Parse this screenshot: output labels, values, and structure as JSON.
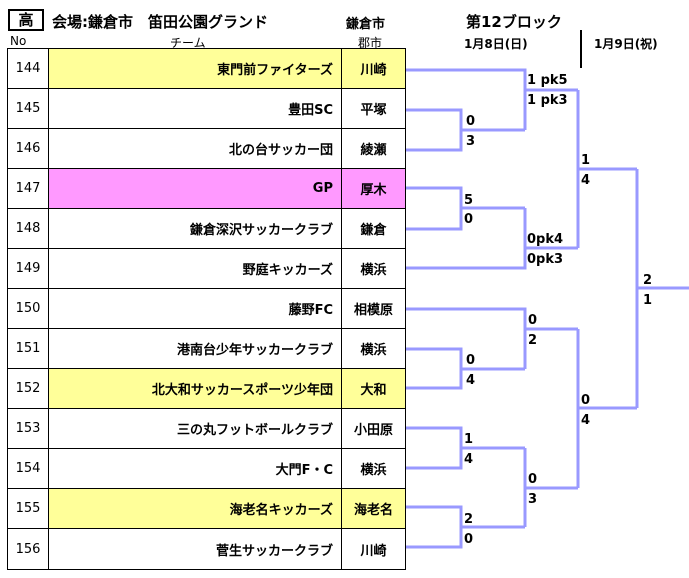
{
  "header": {
    "badge": "高",
    "venue": "会場:鎌倉市　笛田公園グランド",
    "host_city": "鎌倉市",
    "block": "第12ブロック",
    "date1": "1月8日(日)",
    "date2": "1月9日(祝)",
    "col_no": "No",
    "col_team": "チーム",
    "col_city": "郡市"
  },
  "colors": {
    "line": "#9999ff",
    "yellow": "#ffff99",
    "pink": "#ff99ff",
    "white": "#ffffff"
  },
  "teams": [
    {
      "no": "144",
      "name": "東門前ファイターズ",
      "city": "川崎",
      "bg": "yellow"
    },
    {
      "no": "145",
      "name": "豊田SC",
      "city": "平塚",
      "bg": "white"
    },
    {
      "no": "146",
      "name": "北の台サッカー団",
      "city": "綾瀬",
      "bg": "white"
    },
    {
      "no": "147",
      "name": "GP",
      "city": "厚木",
      "bg": "pink"
    },
    {
      "no": "148",
      "name": "鎌倉深沢サッカークラブ",
      "city": "鎌倉",
      "bg": "white"
    },
    {
      "no": "149",
      "name": "野庭キッカーズ",
      "city": "横浜",
      "bg": "white"
    },
    {
      "no": "150",
      "name": "藤野FC",
      "city": "相模原",
      "bg": "white"
    },
    {
      "no": "151",
      "name": "港南台少年サッカークラブ",
      "city": "横浜",
      "bg": "white"
    },
    {
      "no": "152",
      "name": "北大和サッカースポーツ少年団",
      "city": "大和",
      "bg": "yellow"
    },
    {
      "no": "153",
      "name": "三の丸フットボールクラブ",
      "city": "小田原",
      "bg": "white"
    },
    {
      "no": "154",
      "name": "大門F・C",
      "city": "横浜",
      "bg": "white"
    },
    {
      "no": "155",
      "name": "海老名キッカーズ",
      "city": "海老名",
      "bg": "yellow"
    },
    {
      "no": "156",
      "name": "菅生サッカークラブ",
      "city": "川崎",
      "bg": "white"
    }
  ],
  "scores": {
    "m145_146_top": "0",
    "m145_146_bot": "3",
    "m147_148_top": "5",
    "m147_148_bot": "0",
    "m153_154_top": "1",
    "m153_154_bot": "4",
    "m155_156_top": "2",
    "m155_156_bot": "0",
    "m144_top": "1 pk5",
    "m144_bot": "1 pk3",
    "m148_149_top": "0pk4",
    "m148_149_bot": "0pk3",
    "m150_151_top": "0",
    "m150_151_bot": "2",
    "m152_top": "0",
    "m152_bot": "4",
    "m154_155_top": "0",
    "m154_155_bot": "3",
    "r3a_top": "1",
    "r3a_bot": "4",
    "r3b_top": "0",
    "r3b_bot": "4",
    "final_top": "2",
    "final_bot": "1"
  }
}
